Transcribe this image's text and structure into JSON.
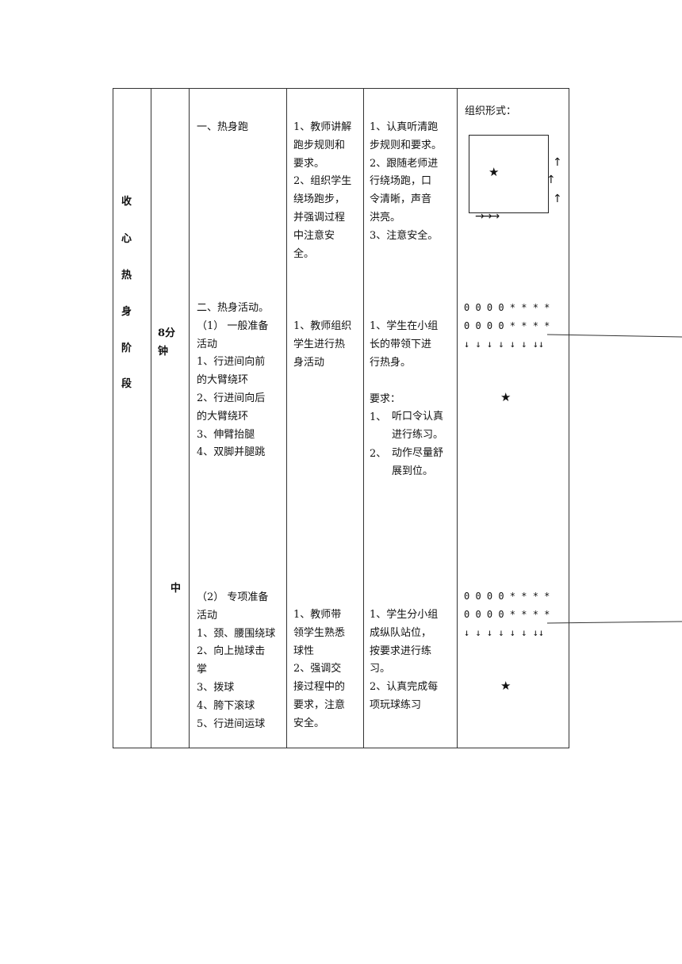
{
  "stage_column": [
    "收",
    "心",
    "热",
    "身",
    "阶",
    "段"
  ],
  "time_label": "8分\n钟",
  "middle_label": "中",
  "sections": {
    "running": {
      "content": "一、热身跑",
      "teacher": "1、教师讲解\n跑步规则和\n要求。\n2、组织学生\n绕场跑步，\n并强调过程\n中注意安\n全。",
      "student": "1、认真听清跑\n步规则和要求。\n2、跟随老师进\n行绕场跑，口\n令清晰，声音\n洪亮。\n3、注意安全。",
      "org_title": "组织形式：",
      "star": "★",
      "bottom_arrows": "→→→",
      "side_arrows": [
        "↑",
        "↑",
        "↑"
      ]
    },
    "general": {
      "content": "二、热身活动。\n（1） 一般准备\n活动\n1、行进间向前\n的大臂绕环\n2、行进间向后\n的大臂绕环\n3、伸臂抬腿\n4、双脚并腿跳",
      "teacher": "1、教师组织\n学生进行热\n身活动",
      "student": "1、学生在小组\n长的带领下进\n行热身。",
      "requirements_title": "要求：",
      "requirements": [
        {
          "num": "1、",
          "text": "听口令认真\n进行练习。"
        },
        {
          "num": "2、",
          "text": "动作尽量舒\n展到位。"
        }
      ],
      "formation_rows": [
        "0 0 0 0 * * * *",
        "0 0 0 0 * * * *",
        "↓ ↓ ↓ ↓ ↓ ↓ ↓↓"
      ],
      "star": "★"
    },
    "special": {
      "content": "（2） 专项准备\n活动\n1、颈、腰围绕球\n2、向上抛球击\n掌\n3、拨球\n4、胯下滚球\n5、行进间运球",
      "teacher": "1、教师带\n领学生熟悉\n球性\n2、强调交\n接过程中的\n要求，注意\n安全。",
      "student": "1、学生分小组\n成纵队站位，\n按要求进行练\n习。\n2、认真完成每\n项玩球练习",
      "formation_rows": [
        "0 0 0 0 * * * *",
        "0 0 0 0 * * * *",
        "↓ ↓ ↓ ↓ ↓ ↓ ↓↓"
      ],
      "star": "★"
    }
  }
}
